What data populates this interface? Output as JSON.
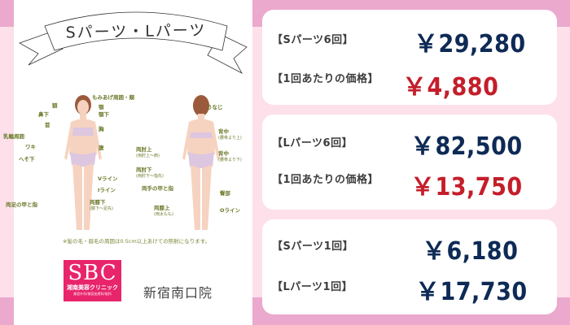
{
  "colors": {
    "band_dark": "#eba9cd",
    "band_light": "#fde0ea",
    "navy": "#0e2a55",
    "red": "#c41e2a",
    "logo_pink": "#e8246a",
    "label_olive": "#6b7a2a"
  },
  "left": {
    "ribbon_title": "Sパーツ・Lパーツ",
    "front_labels": [
      {
        "text": "額"
      },
      {
        "text": "もみあげ周囲・頬"
      },
      {
        "text": "顎"
      },
      {
        "text": "鼻下"
      },
      {
        "text": "顎下"
      },
      {
        "text": "首"
      },
      {
        "text": "胸"
      },
      {
        "text": "乳輪周囲"
      },
      {
        "text": "ワキ"
      },
      {
        "text": "腹"
      },
      {
        "text": "へそ下"
      },
      {
        "text": "Vライン"
      },
      {
        "text": "Iライン"
      },
      {
        "text": "両足の甲と指"
      },
      {
        "text": "両膝下",
        "sub": "(膝下～足先)"
      }
    ],
    "back_labels": [
      {
        "text": "うなじ"
      },
      {
        "text": "背中",
        "sub": "(腰骨より上)"
      },
      {
        "text": "両肘上",
        "sub": "(両肘上～肩)"
      },
      {
        "text": "背中",
        "sub": "(腰骨より下)"
      },
      {
        "text": "両肘下",
        "sub": "(両肘下～指先)"
      },
      {
        "text": "両手の甲と指"
      },
      {
        "text": "臀部"
      },
      {
        "text": "両膝上",
        "sub": "(両太もも)"
      },
      {
        "text": "Oライン"
      }
    ],
    "note": "※髪の毛・眉毛の周囲は0.5cm以上あけての照射になります。",
    "logo": {
      "main": "SBC",
      "sub": "湘南美容クリニック",
      "tiny": "美容外科/美容皮膚科/歯科"
    },
    "branch": "新宿南口院"
  },
  "cards": [
    {
      "rows": [
        {
          "label": "【Sパーツ6回】",
          "price": "￥29,280",
          "color": "navy"
        },
        {
          "label": "【1回あたりの価格】",
          "price": "￥4,880",
          "color": "red"
        }
      ]
    },
    {
      "rows": [
        {
          "label": "【Lパーツ6回】",
          "price": "￥82,500",
          "color": "navy"
        },
        {
          "label": "【1回あたりの価格】",
          "price": "￥13,750",
          "color": "red"
        }
      ]
    },
    {
      "rows": [
        {
          "label": "【Sパーツ1回】",
          "price": "￥6,180",
          "color": "navy"
        },
        {
          "label": "【Lパーツ1回】",
          "price": "￥17,730",
          "color": "navy"
        }
      ]
    }
  ]
}
